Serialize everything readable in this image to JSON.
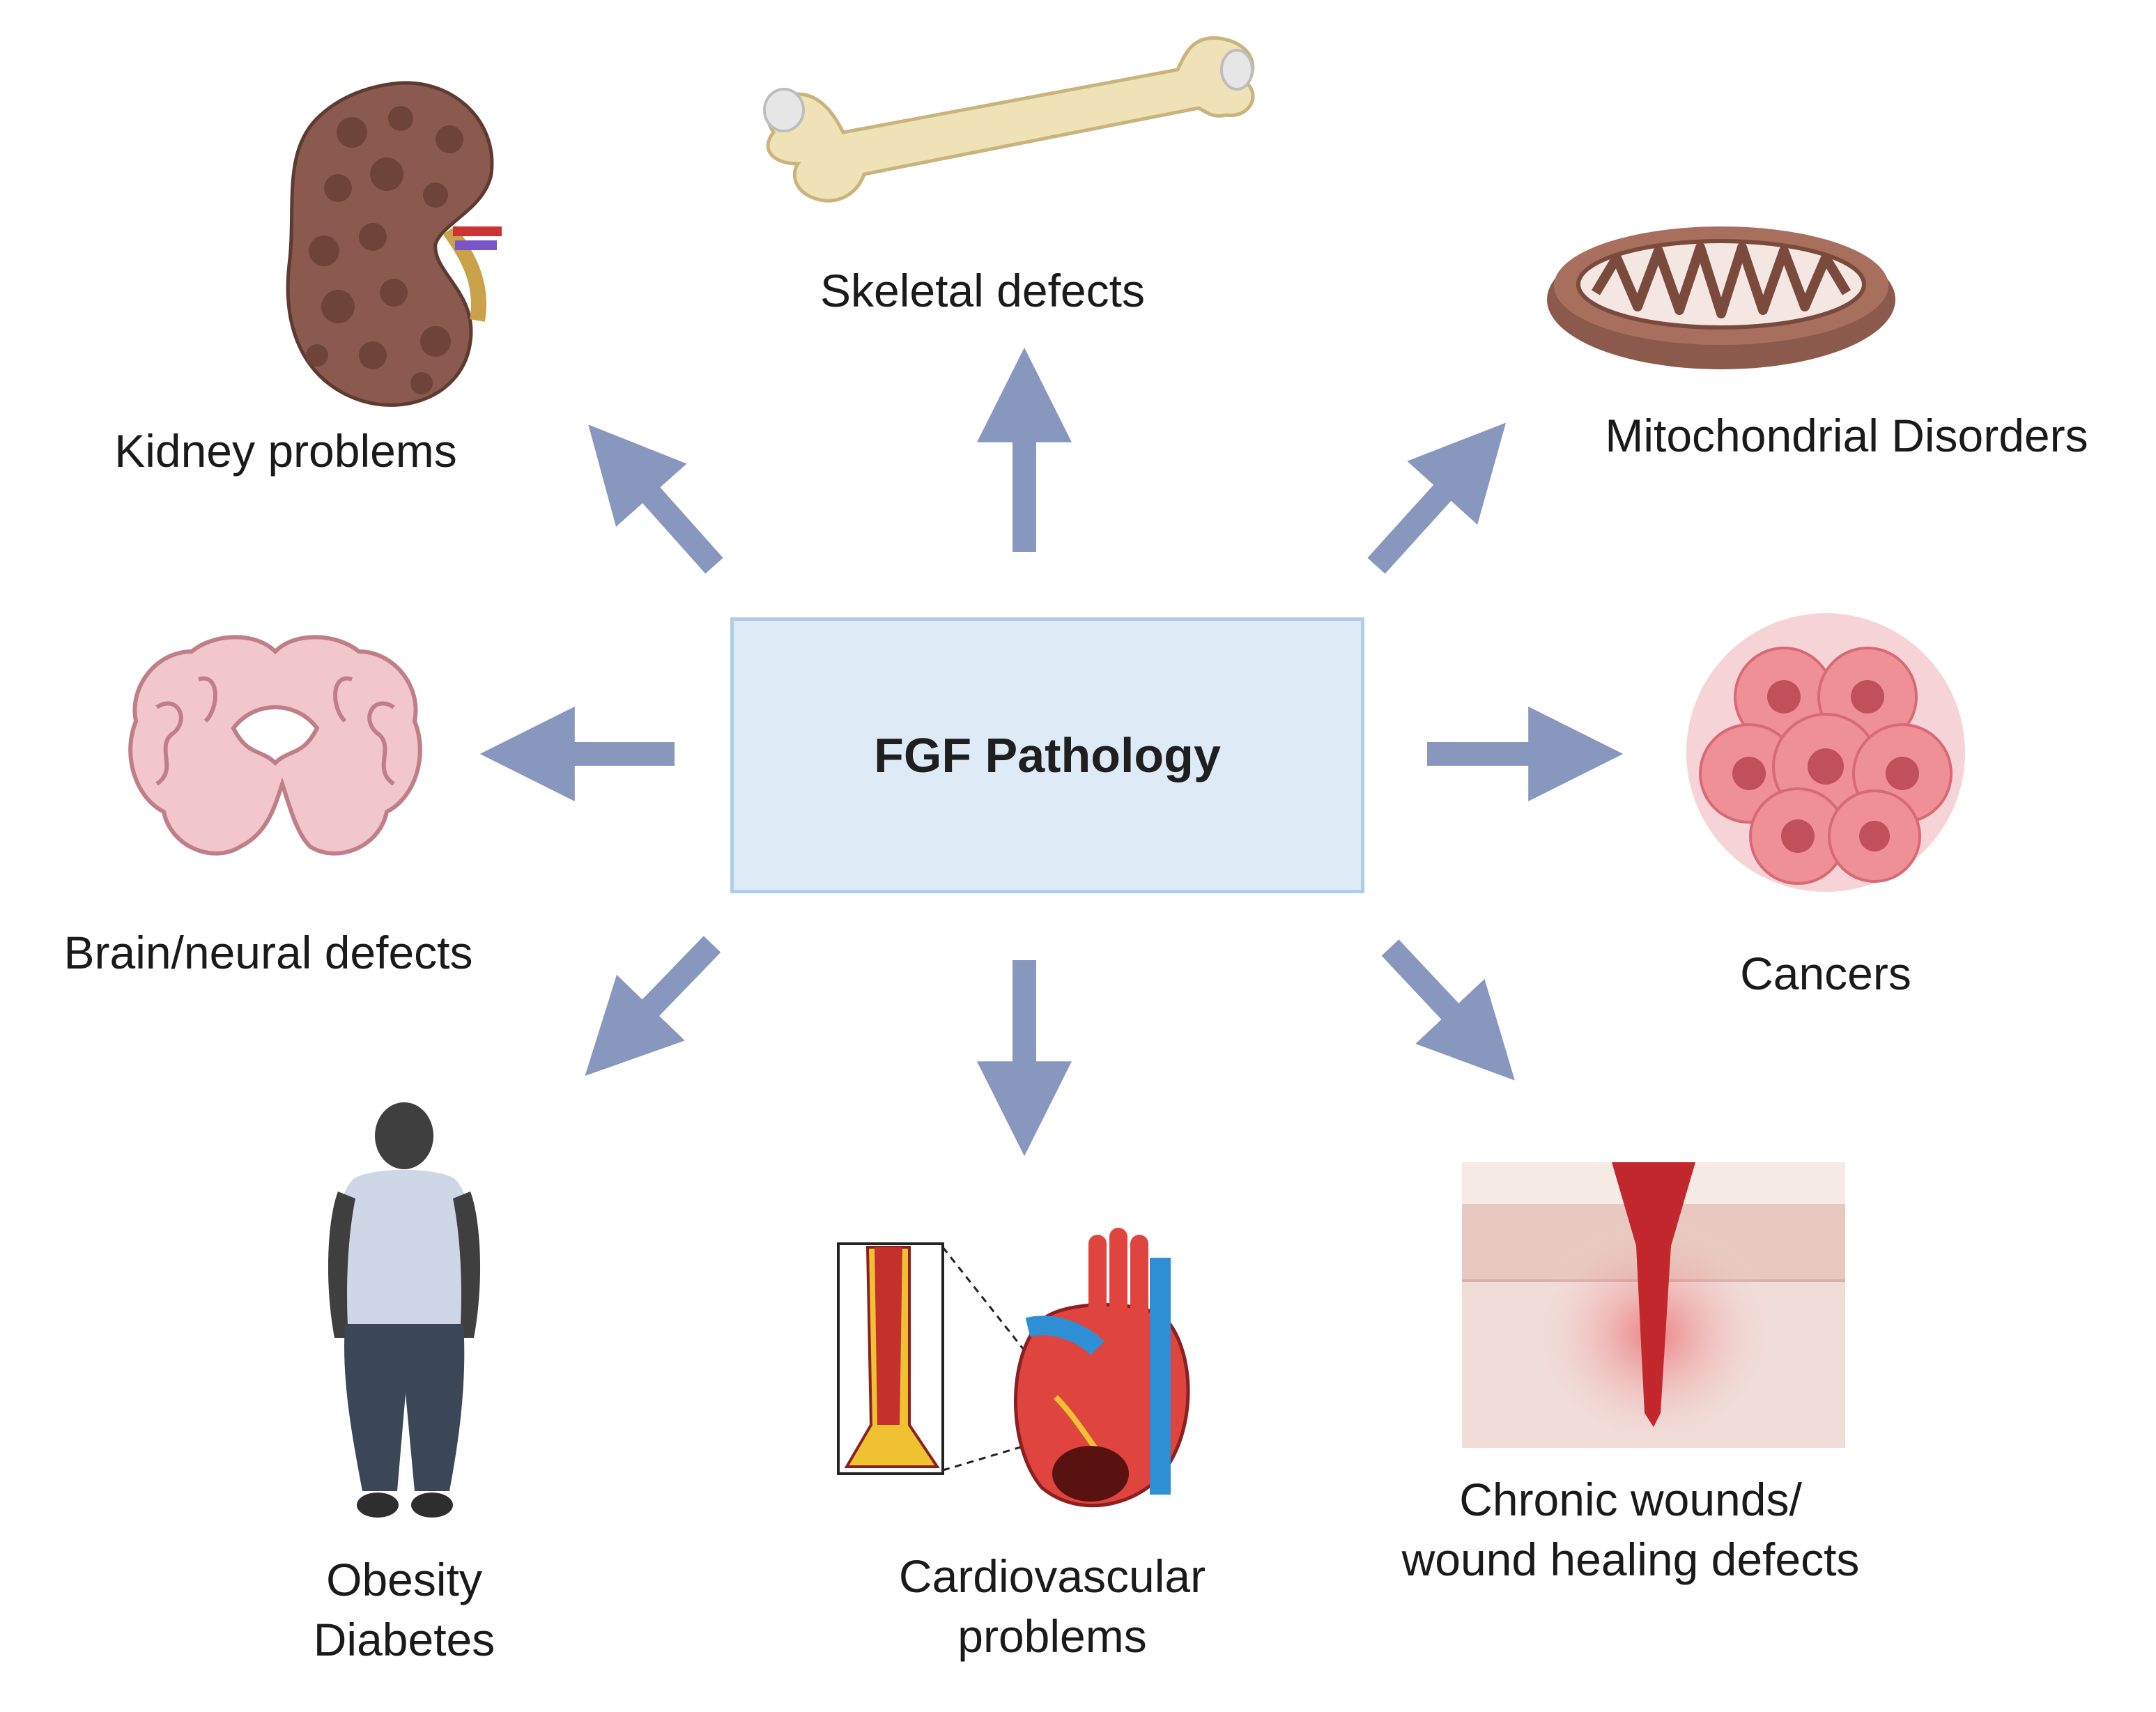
{
  "center": {
    "title": "FGF Pathology"
  },
  "labels": {
    "skeletal": "Skeletal defects",
    "kidney": "Kidney problems",
    "mito": "Mitochondrial Disorders",
    "brain": "Brain/neural defects",
    "cancers": "Cancers",
    "obesity": [
      "Obesity",
      "Diabetes"
    ],
    "cardio": [
      "Cardiovascular",
      "problems"
    ],
    "wounds": [
      "Chronic wounds/",
      "wound healing defects"
    ]
  },
  "colors": {
    "arrow": "#8797bd",
    "box_fill": "#deebf7",
    "box_border": "#aecdea",
    "bone": "#efe2b6",
    "kidney": "#8a5a4e",
    "mito_outer": "#8c5a4c",
    "brain": "#f2c7cc",
    "cancer": "#ef8f96",
    "silhouette": "#3f3f3f",
    "shirt": "#cfd7e6",
    "pants": "#3b4756",
    "heart": "#e0443f",
    "vessel_blue": "#2f8fd4",
    "wound": "#c1272d",
    "skin": "#f1ddd8"
  },
  "icons": [
    "bone-icon",
    "kidney-icon",
    "mitochondrion-icon",
    "brain-icon",
    "cancer-cells-icon",
    "person-silhouette-icon",
    "heart-icon",
    "skin-wound-icon"
  ]
}
